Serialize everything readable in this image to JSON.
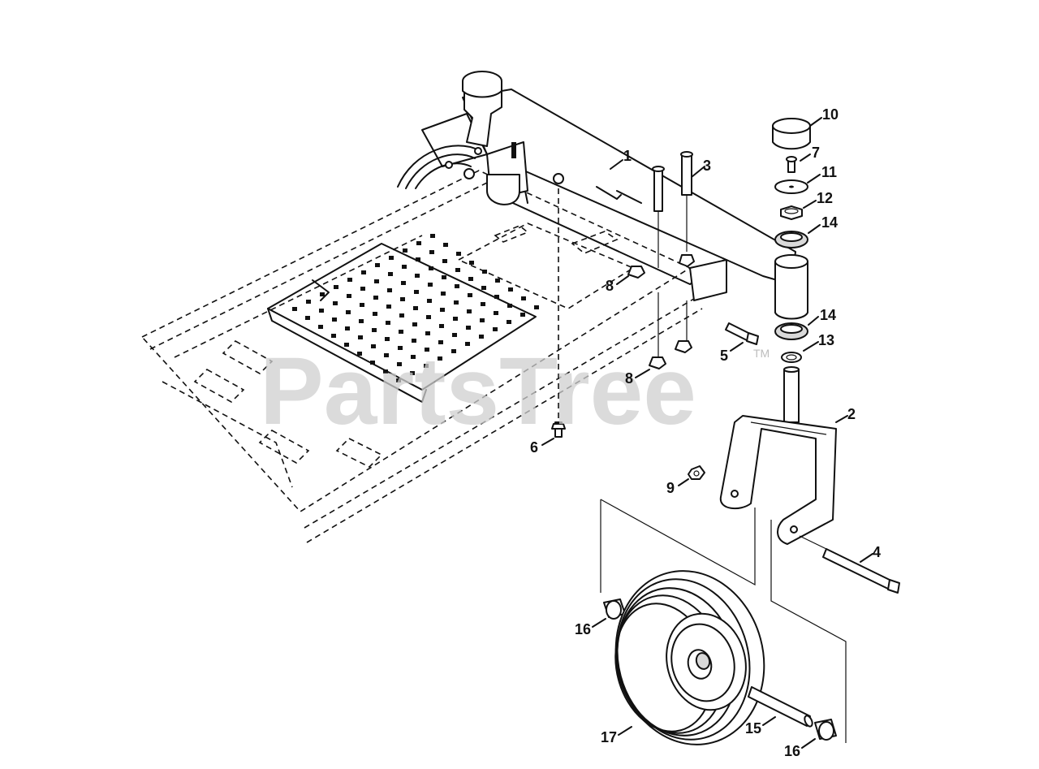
{
  "watermark": {
    "text": "PartsTree",
    "trademark": "TM"
  },
  "callouts": [
    {
      "id": "1",
      "text": "1"
    },
    {
      "id": "2",
      "text": "2"
    },
    {
      "id": "3",
      "text": "3"
    },
    {
      "id": "4",
      "text": "4"
    },
    {
      "id": "5",
      "text": "5"
    },
    {
      "id": "6",
      "text": "6"
    },
    {
      "id": "7",
      "text": "7"
    },
    {
      "id": "8a",
      "text": "8"
    },
    {
      "id": "8b",
      "text": "8"
    },
    {
      "id": "9",
      "text": "9"
    },
    {
      "id": "10",
      "text": "10"
    },
    {
      "id": "11",
      "text": "11"
    },
    {
      "id": "12",
      "text": "12"
    },
    {
      "id": "13",
      "text": "13"
    },
    {
      "id": "14a",
      "text": "14"
    },
    {
      "id": "14b",
      "text": "14"
    },
    {
      "id": "15",
      "text": "15"
    },
    {
      "id": "16a",
      "text": "16"
    },
    {
      "id": "16b",
      "text": "16"
    },
    {
      "id": "17",
      "text": "17"
    }
  ]
}
